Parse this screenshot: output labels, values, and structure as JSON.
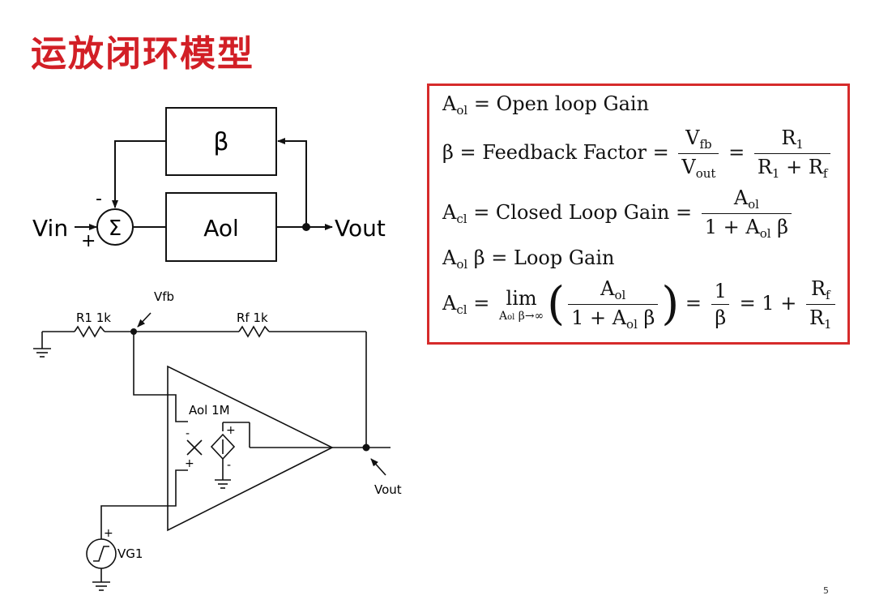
{
  "title": "运放闭环模型",
  "page_number": "5",
  "block_diagram": {
    "beta_label": "β",
    "aol_label": "Aol",
    "sum_symbol": "Σ",
    "input_label": "Vin",
    "output_label": "Vout",
    "minus_sign": "-",
    "plus_sign": "+"
  },
  "schematic": {
    "r1_label": "R1 1k",
    "rf_label": "Rf 1k",
    "vfb_label": "Vfb",
    "aol_label": "Aol 1M",
    "vout_label": "Vout",
    "source_label": "VG1",
    "minus_sign": "-",
    "plus_sign": "+"
  },
  "equations": {
    "open_loop": {
      "lhs": "A",
      "lhs_sub": "ol",
      "rhs": "= Open loop Gain"
    },
    "feedback": {
      "lhs": "β = Feedback Factor =",
      "f1_num": "V",
      "f1_num_sub": "fb",
      "f1_den": "V",
      "f1_den_sub": "out",
      "eq": "=",
      "f2_num": "R",
      "f2_num_sub": "1",
      "f2_den_a": "R",
      "f2_den_a_sub": "1",
      "f2_den_plus": " + R",
      "f2_den_b_sub": "f"
    },
    "closed_loop": {
      "lhs": "A",
      "lhs_sub": "cl",
      "mid": "= Closed Loop Gain =",
      "num": "A",
      "num_sub": "ol",
      "den_a": "1 + A",
      "den_sub": "ol",
      "den_b": " β"
    },
    "loop_gain": {
      "a": "A",
      "a_sub": "ol",
      "rest": " β = Loop Gain"
    },
    "limit": {
      "lhs": "A",
      "lhs_sub": "cl",
      "eq1": "=",
      "lim": "lim",
      "lim_sub": "A",
      "lim_sub_sub": "ol",
      "lim_sub_rest": " β→∞",
      "num": "A",
      "num_sub": "ol",
      "den_a": "1 + A",
      "den_sub": "ol",
      "den_b": " β",
      "eq2": "=",
      "f_num": "1",
      "f_den": "β",
      "eq3": "= 1 +",
      "g_num": "R",
      "g_num_sub": "f",
      "g_den": "R",
      "g_den_sub": "1"
    }
  }
}
